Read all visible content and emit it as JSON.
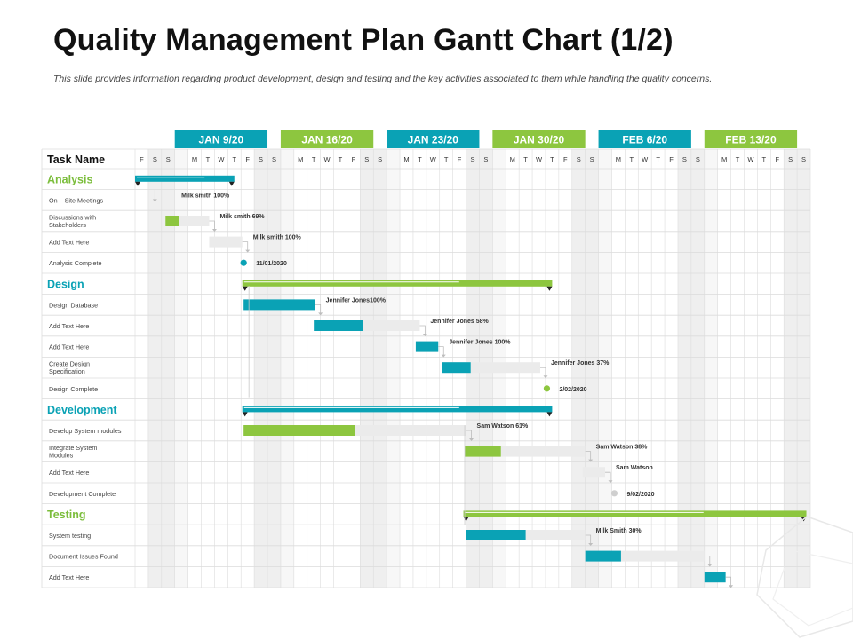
{
  "page": {
    "title": "Quality Management Plan Gantt Chart (1/2)",
    "subtitle": "This slide provides information regarding product development, design and testing and the key activities associated to them while handling the quality concerns."
  },
  "colors": {
    "teal": "#0aa2b5",
    "green": "#8dc63f",
    "remaining": "#ebebeb",
    "weekend": "#efefef",
    "grid": "#dcdcdc",
    "group_green": "#7bbd3b"
  },
  "chart_data": {
    "type": "gantt",
    "task_header": "Task Name",
    "weeks": [
      {
        "label": "JAN 9/20",
        "color": "teal"
      },
      {
        "label": "JAN 16/20",
        "color": "green"
      },
      {
        "label": "JAN 23/20",
        "color": "teal"
      },
      {
        "label": "JAN 30/20",
        "color": "green"
      },
      {
        "label": "FEB 6/20",
        "color": "teal"
      },
      {
        "label": "FEB 13/20",
        "color": "green"
      }
    ],
    "day_letters": [
      "F",
      "S",
      "S",
      "",
      "M",
      "T",
      "W",
      "T",
      "F",
      "S",
      "S",
      "",
      "M",
      "T",
      "W",
      "T",
      "F",
      "S",
      "S",
      "",
      "M",
      "T",
      "W",
      "T",
      "F",
      "S",
      "S",
      "",
      "M",
      "T",
      "W",
      "T",
      "F",
      "S",
      "S",
      "",
      "M",
      "T",
      "W",
      "T",
      "F",
      "S",
      "S",
      "",
      "M",
      "T",
      "W",
      "T",
      "F",
      "S",
      "S"
    ],
    "rows": [
      {
        "type": "group",
        "label": "Analysis",
        "color": "green",
        "start": 0,
        "end": 7.5,
        "bar": "teal"
      },
      {
        "type": "task",
        "label": "On – Site Meetings",
        "note": "Milk smith 100%"
      },
      {
        "type": "task",
        "label": "Discussions with Stakeholders",
        "label_lines": [
          "Discussions with",
          "Stakeholders"
        ],
        "note": "Milk smith 69%",
        "start": 2.3,
        "end": 5.6,
        "progress": 0.31,
        "bar": "green"
      },
      {
        "type": "task",
        "label": "Add Text Here",
        "note": "Milk smith 100%",
        "start": 5.6,
        "end": 8.1,
        "progress": 0,
        "bar": "green"
      },
      {
        "type": "milestone",
        "label": "Analysis Complete",
        "note": "11/01/2020",
        "at": 8.2,
        "bar": "teal"
      },
      {
        "type": "group",
        "label": "Design",
        "color": "teal",
        "start": 8.1,
        "end": 31.5,
        "bar": "green"
      },
      {
        "type": "task",
        "label": "Design Database",
        "note": "Jennifer Jones100%",
        "start": 8.2,
        "end": 13.6,
        "progress": 1,
        "bar": "teal"
      },
      {
        "type": "task",
        "label": "Add Text Here",
        "note": "Jennifer Jones 58%",
        "start": 13.5,
        "end": 21.5,
        "progress": 0.46,
        "bar": "teal"
      },
      {
        "type": "task",
        "label": "Add Text Here",
        "note": "Jennifer Jones 100%",
        "start": 21.2,
        "end": 22.9,
        "progress": 1,
        "bar": "teal"
      },
      {
        "type": "task",
        "label": "Create Design Specification",
        "label_lines": [
          "Create Design",
          "Specification"
        ],
        "note": "Jennifer Jones 37%",
        "start": 23.2,
        "end": 30.6,
        "progress": 0.29,
        "bar": "teal"
      },
      {
        "type": "milestone",
        "label": "Design Complete",
        "note": "2/02/2020",
        "at": 31.1,
        "bar": "green"
      },
      {
        "type": "group",
        "label": "Development",
        "color": "teal",
        "start": 8.1,
        "end": 31.5,
        "bar": "teal"
      },
      {
        "type": "task",
        "label": "Develop System modules",
        "note": "Sam Watson 61%",
        "start": 8.2,
        "end": 25.0,
        "progress": 0.5,
        "bar": "green"
      },
      {
        "type": "task",
        "label": "Integrate System Modules",
        "label_lines": [
          "Integrate System",
          "Modules"
        ],
        "note": "Sam Watson 38%",
        "start": 24.9,
        "end": 34.0,
        "progress": 0.3,
        "bar": "green"
      },
      {
        "type": "task",
        "label": "Add Text Here",
        "note": "Sam Watson",
        "start": 33.8,
        "end": 35.5,
        "progress": 0,
        "bar": "green"
      },
      {
        "type": "milestone",
        "label": "Development Complete",
        "note": "9/02/2020",
        "at": 36.2,
        "bar": "grey"
      },
      {
        "type": "group",
        "label": "Testing",
        "color": "green",
        "start": 24.8,
        "end": 50.7,
        "bar": "green"
      },
      {
        "type": "task",
        "label": "System testing",
        "note": "Milk Smith 30%",
        "start": 25.0,
        "end": 34.0,
        "progress": 0.5,
        "bar": "teal"
      },
      {
        "type": "task",
        "label": "Document Issues Found",
        "note": "",
        "start": 34.0,
        "end": 43.0,
        "progress": 0.3,
        "bar": "teal"
      },
      {
        "type": "task",
        "label": "Add Text Here",
        "note": "",
        "start": 43.0,
        "end": 44.6,
        "progress": 1,
        "bar": "teal"
      }
    ]
  }
}
